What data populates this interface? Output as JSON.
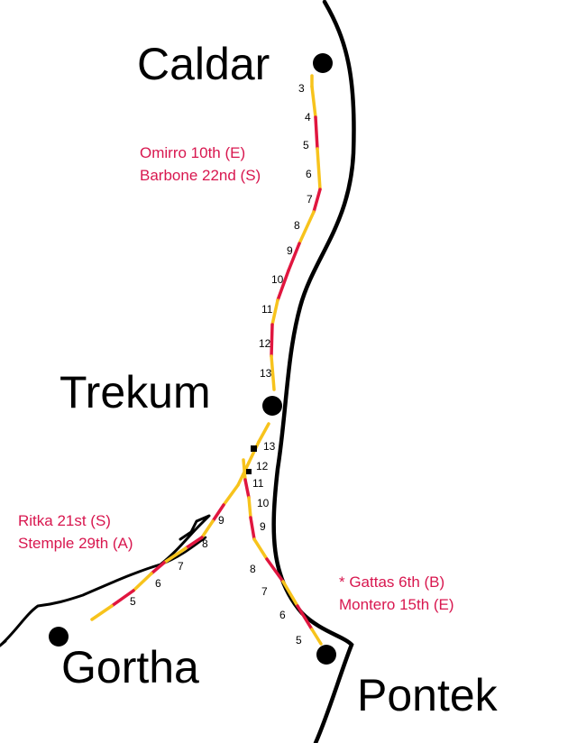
{
  "cities": {
    "caldar": "Caldar",
    "trekum": "Trekum",
    "gortha": "Gortha",
    "pontek": "Pontek"
  },
  "notes": {
    "caldar_trekum": [
      "Omirro 10th (E)",
      "Barbone 22nd (S)"
    ],
    "trekum_gortha": [
      "Ritka 21st (S)",
      "Stemple 29th (A)"
    ],
    "trekum_pontek": [
      "* Gattas 6th (B)",
      "Montero 15th (E)"
    ]
  },
  "routes": {
    "caldar_trekum": [
      "3",
      "4",
      "5",
      "6",
      "7",
      "8",
      "9",
      "10",
      "11",
      "12",
      "13"
    ],
    "trekum_gortha": [
      "13",
      "12",
      "11",
      "10",
      "9",
      "8",
      "7",
      "6",
      "5"
    ],
    "trekum_pontek": [
      "13",
      "12",
      "11",
      "10",
      "9",
      "8",
      "7",
      "6",
      "5"
    ]
  },
  "colors": {
    "route_yellow": "#f7c31c",
    "route_red": "#e0163f",
    "note_text": "#d8174f",
    "ink": "#000000"
  }
}
